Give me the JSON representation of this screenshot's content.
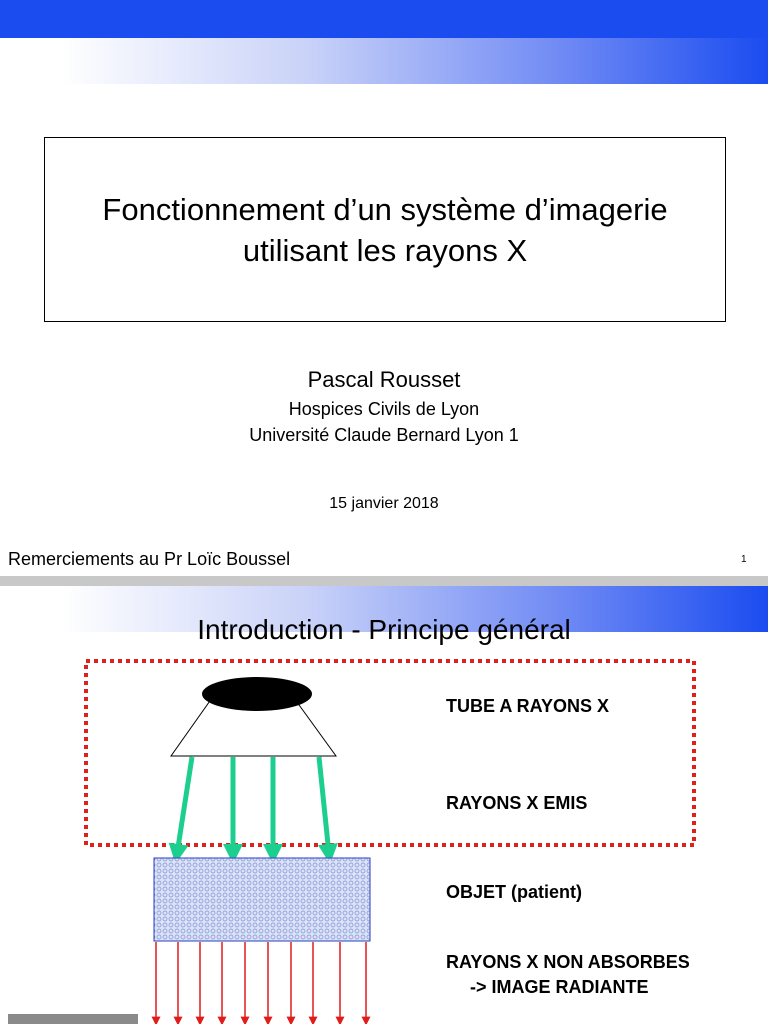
{
  "slide1": {
    "title_line1": "Fonctionnement d’un système d’imagerie",
    "title_line2": "utilisant les rayons X",
    "author": "Pascal Rousset",
    "affiliation1": "Hospices Civils de Lyon",
    "affiliation2": "Université Claude Bernard Lyon 1",
    "date": "15 janvier 2018",
    "acknowledgement": "Remerciements au Pr Loïc Boussel",
    "page_number": "1",
    "colors": {
      "bar": "#1a4cf0",
      "text": "#000000"
    }
  },
  "slide2": {
    "title": "Introduction - Principe général",
    "labels": {
      "tube": "TUBE A RAYONS X",
      "emitted": "RAYONS X EMIS",
      "object": "OBJET (patient)",
      "not_absorbed": "RAYONS X NON ABSORBES",
      "image": "-> IMAGE RADIANTE"
    },
    "colors": {
      "dotted_border": "#e0201a",
      "emitted_rays": "#1dcf8f",
      "transmitted_rays": "#e21b1b",
      "object_fill": "#dce2f5"
    }
  }
}
